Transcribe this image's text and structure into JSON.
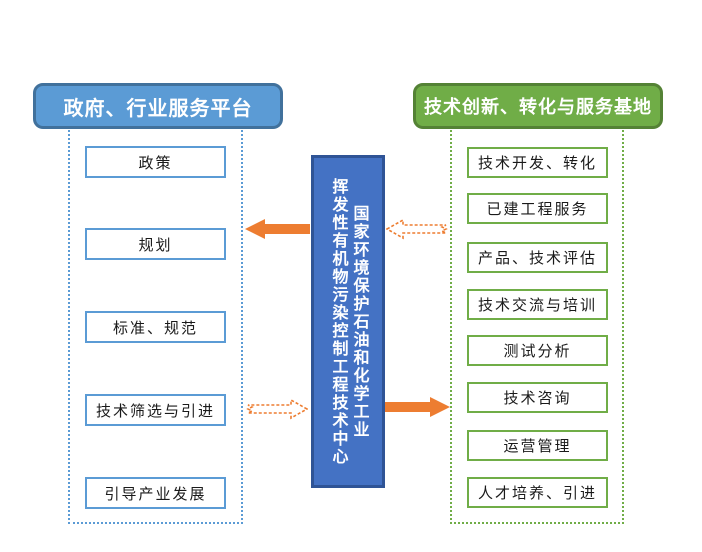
{
  "diagram": {
    "left_panel": {
      "header": "政府、行业服务平台",
      "items": [
        "政策",
        "规划",
        "标准、规范",
        "技术筛选与引进",
        "引导产业发展"
      ]
    },
    "center": {
      "column_left": "挥发性有机物污染控制工程技术中心",
      "column_right": "国家环境保护石油和化学工业"
    },
    "right_panel": {
      "header": "技术创新、转化与服务基地",
      "items": [
        "技术开发、转化",
        "已建工程服务",
        "产品、技术评估",
        "技术交流与培训",
        "测试分析",
        "技术咨询",
        "运营管理",
        "人才培养、引进"
      ]
    },
    "colors": {
      "left_fill": "#5B9BD5",
      "left_border": "#41719C",
      "right_fill": "#70AD47",
      "right_border": "#548235",
      "center_fill": "#4472C4",
      "center_border": "#2F5496",
      "arrow_orange": "#ED7D31",
      "header_text": "#FFFFFF",
      "item_text": "#1A1A1A"
    }
  }
}
